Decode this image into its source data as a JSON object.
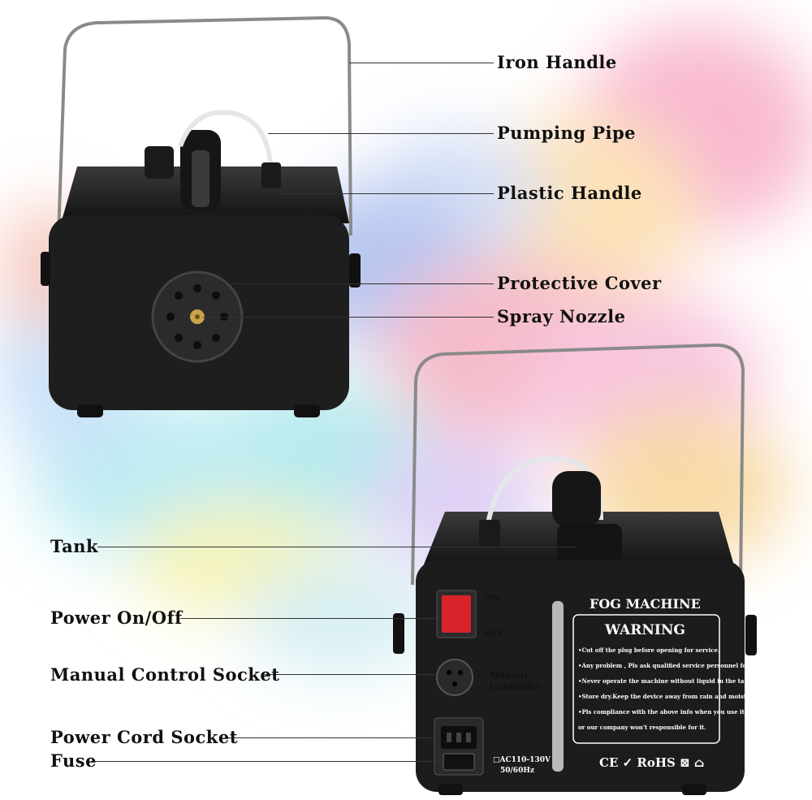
{
  "labels": {
    "iron_handle": "Iron Handle",
    "pumping_pipe": "Pumping Pipe",
    "plastic_handle": "Plastic Handle",
    "protective_cover": "Protective Cover",
    "spray_nozzle": "Spray Nozzle",
    "tank": "Tank",
    "power_on_off": "Power On/Off",
    "manual_control_socket": "Manual Control Socket",
    "power_cord_socket": "Power Cord Socket",
    "fuse": "Fuse"
  },
  "rear_panel": {
    "switch_on": "ON",
    "switch_off": "OFF",
    "manual_controller_line1": "Manual",
    "manual_controller_line2": "Controller",
    "voltage": "□AC110-130V",
    "frequency": "50/60Hz",
    "title": "FOG MACHINE",
    "warning_title": "WARNING",
    "warning_lines": [
      "•Cut off the plug before opening for service.",
      "•Any problem , Pls ask qualified service personnel for repair.",
      "•Never operate the machine without liquid in the tank.",
      "•Store dry.Keep the device away from rain and moisture.",
      "•Pls compliance with the above info when you use it ,",
      "  or our company won't responsible for it."
    ],
    "cert_marks": "CE ✓ RoHS ⊠ ⌂"
  },
  "icons": [
    "fog-machine-front-illustration",
    "fog-machine-rear-illustration",
    "color-smoke-background"
  ]
}
